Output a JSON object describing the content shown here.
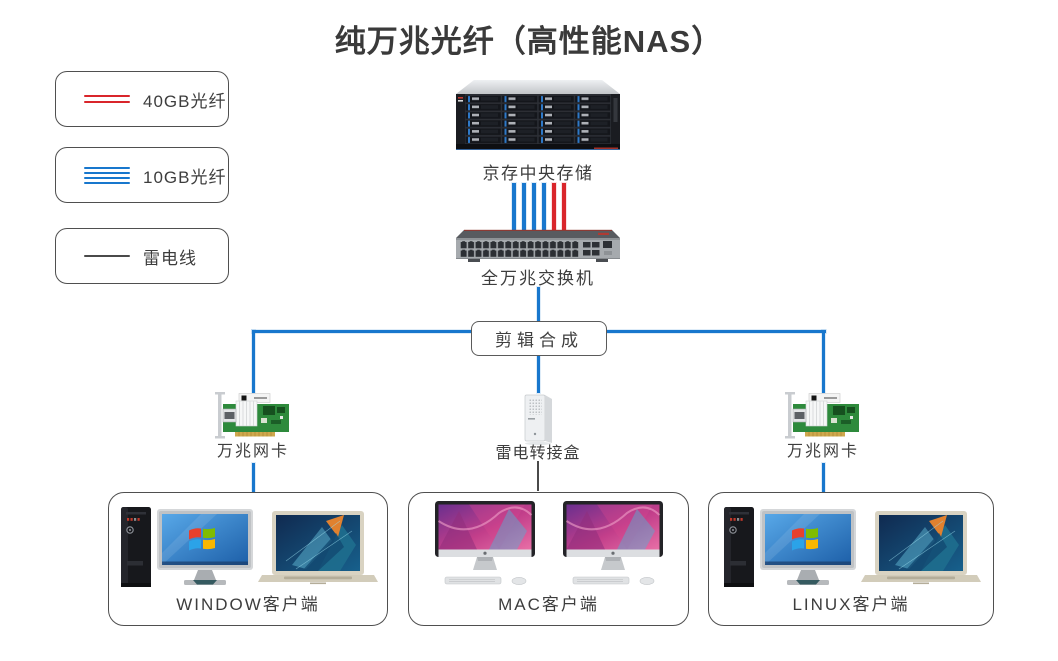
{
  "title": "纯万兆光纤（高性能NAS）",
  "legend": {
    "items": [
      {
        "id": "fiber-40gb",
        "label": "40GB光纤",
        "color": "#d9252b",
        "line_count": 2
      },
      {
        "id": "fiber-10gb",
        "label": "10GB光纤",
        "color": "#1877cd",
        "line_count": 4
      },
      {
        "id": "thunderbolt-cable",
        "label": "雷电线",
        "color": "#4a4a4a",
        "line_count": 1
      }
    ]
  },
  "nodes": {
    "storage": {
      "label": "京存中央存储"
    },
    "switch": {
      "label": "全万兆交换机"
    },
    "hub": {
      "label": "剪辑合成"
    },
    "nic_left": {
      "label": "万兆网卡"
    },
    "thunderbolt_box": {
      "label": "雷电转接盒"
    },
    "nic_right": {
      "label": "万兆网卡"
    },
    "clients": [
      {
        "id": "windows",
        "label": "WINDOW客户端"
      },
      {
        "id": "mac",
        "label": "MAC客户端"
      },
      {
        "id": "linux",
        "label": "LINUX客户端"
      }
    ]
  },
  "connections": [
    {
      "from": "京存中央存储",
      "to": "全万兆交换机",
      "type": "10GB光纤",
      "count": 4
    },
    {
      "from": "京存中央存储",
      "to": "全万兆交换机",
      "type": "40GB光纤",
      "count": 2
    },
    {
      "from": "全万兆交换机",
      "to": "剪辑合成",
      "type": "10GB光纤",
      "count": 1
    },
    {
      "from": "剪辑合成",
      "to": "万兆网卡(左)",
      "type": "10GB光纤",
      "count": 1
    },
    {
      "from": "剪辑合成",
      "to": "雷电转接盒",
      "type": "10GB光纤",
      "count": 1
    },
    {
      "from": "剪辑合成",
      "to": "万兆网卡(右)",
      "type": "10GB光纤",
      "count": 1
    },
    {
      "from": "万兆网卡(左)",
      "to": "WINDOW客户端",
      "type": "10GB光纤",
      "count": 1
    },
    {
      "from": "雷电转接盒",
      "to": "MAC客户端",
      "type": "雷电线",
      "count": 1
    },
    {
      "from": "万兆网卡(右)",
      "to": "LINUX客户端",
      "type": "10GB光纤",
      "count": 1
    }
  ],
  "colors": {
    "fiber_40gb": "#d9252b",
    "fiber_10gb": "#1877cd",
    "thunderbolt": "#4a4a4a",
    "text": "#3d3d3d"
  }
}
